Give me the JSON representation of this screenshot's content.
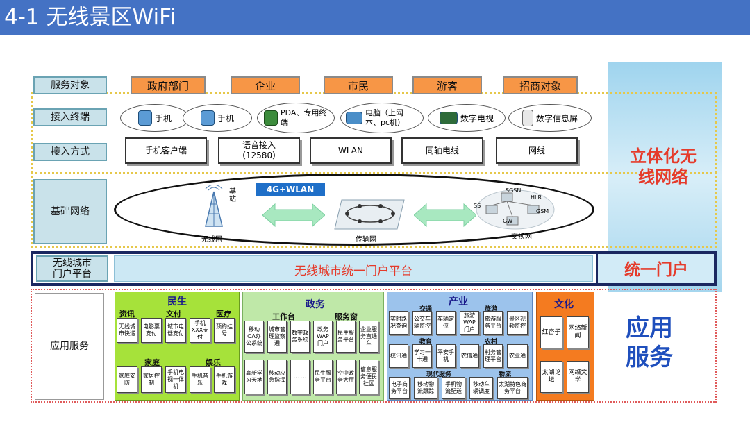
{
  "slide": {
    "title": "4-1 无线景区WiFi"
  },
  "layers": {
    "service_objects": {
      "label": "服务对象",
      "items": [
        "政府部门",
        "企业",
        "市民",
        "游客",
        "招商对象"
      ]
    },
    "access_terminals": {
      "label": "接入终端",
      "items": [
        "手机",
        "手机",
        "PDA、专用终端",
        "电脑（上网本、pc机）",
        "数字电视",
        "数字信息屏"
      ]
    },
    "access_methods": {
      "label": "接入方式",
      "items": [
        "手机客户端",
        "语音接入（12580）",
        "WLAN",
        "同轴电线",
        "网线"
      ]
    },
    "base_network": {
      "label": "基础网络",
      "badge": "4G+WLAN",
      "base_station": "基站",
      "nodes": [
        "无线网",
        "传输网",
        "交换网"
      ],
      "switch_labels": [
        "SGSN",
        "HLR",
        "GSM",
        "SS",
        "GW",
        "交换网"
      ]
    },
    "portal": {
      "label": "无线城市门户平台",
      "platform": "无线城市统一门户平台"
    },
    "applications": {
      "label": "应用服务"
    }
  },
  "side_labels": {
    "network": "立体化无线网络",
    "portal": "统一门户",
    "service": "应用服务"
  },
  "panels": {
    "minsheng": {
      "title": "民生",
      "subs": [
        "资讯",
        "文付",
        "医疗",
        "家庭",
        "娱乐"
      ],
      "boxes": [
        "无线城市快递",
        "电影票支付",
        "城市电话支付",
        "手机XXX支付",
        "预约挂号",
        "家庭安防",
        "家居控制",
        "手机电视一体机",
        "手机音乐",
        "手机游戏"
      ]
    },
    "zhengwu": {
      "title": "政务",
      "subs": [
        "工作台",
        "服务窗"
      ],
      "boxes": [
        "移动OA办公系统",
        "城市管理监察通",
        "数字政务系统",
        "政务WAP门户",
        "民生服务平台",
        "企业服务直通车",
        "高新学习天地",
        "移动应急指挥",
        "……",
        "民生服务平台",
        "空中政务大厅",
        "信息服务便民社区"
      ]
    },
    "chanye": {
      "title": "产业",
      "subs": [
        "交通",
        "旅游",
        "教育",
        "农村",
        "现代服务",
        "物流"
      ],
      "boxes": [
        "实时路况查询",
        "公交车辆监控",
        "车辆定位",
        "旅游WAP门户",
        "旅游服务平台",
        "景区视频监控",
        "校讯通",
        "学习一卡通",
        "平安手机",
        "农信通",
        "村务管理平台",
        "农业通",
        "电子商务平台",
        "移动物流跟踪",
        "手机物流配送",
        "移动车辆调度",
        "太湖特色商务平台"
      ]
    },
    "wenhua": {
      "title": "文化",
      "boxes": [
        "红杏子",
        "网络新闻",
        "太湖论坛",
        "网络文学"
      ]
    }
  }
}
